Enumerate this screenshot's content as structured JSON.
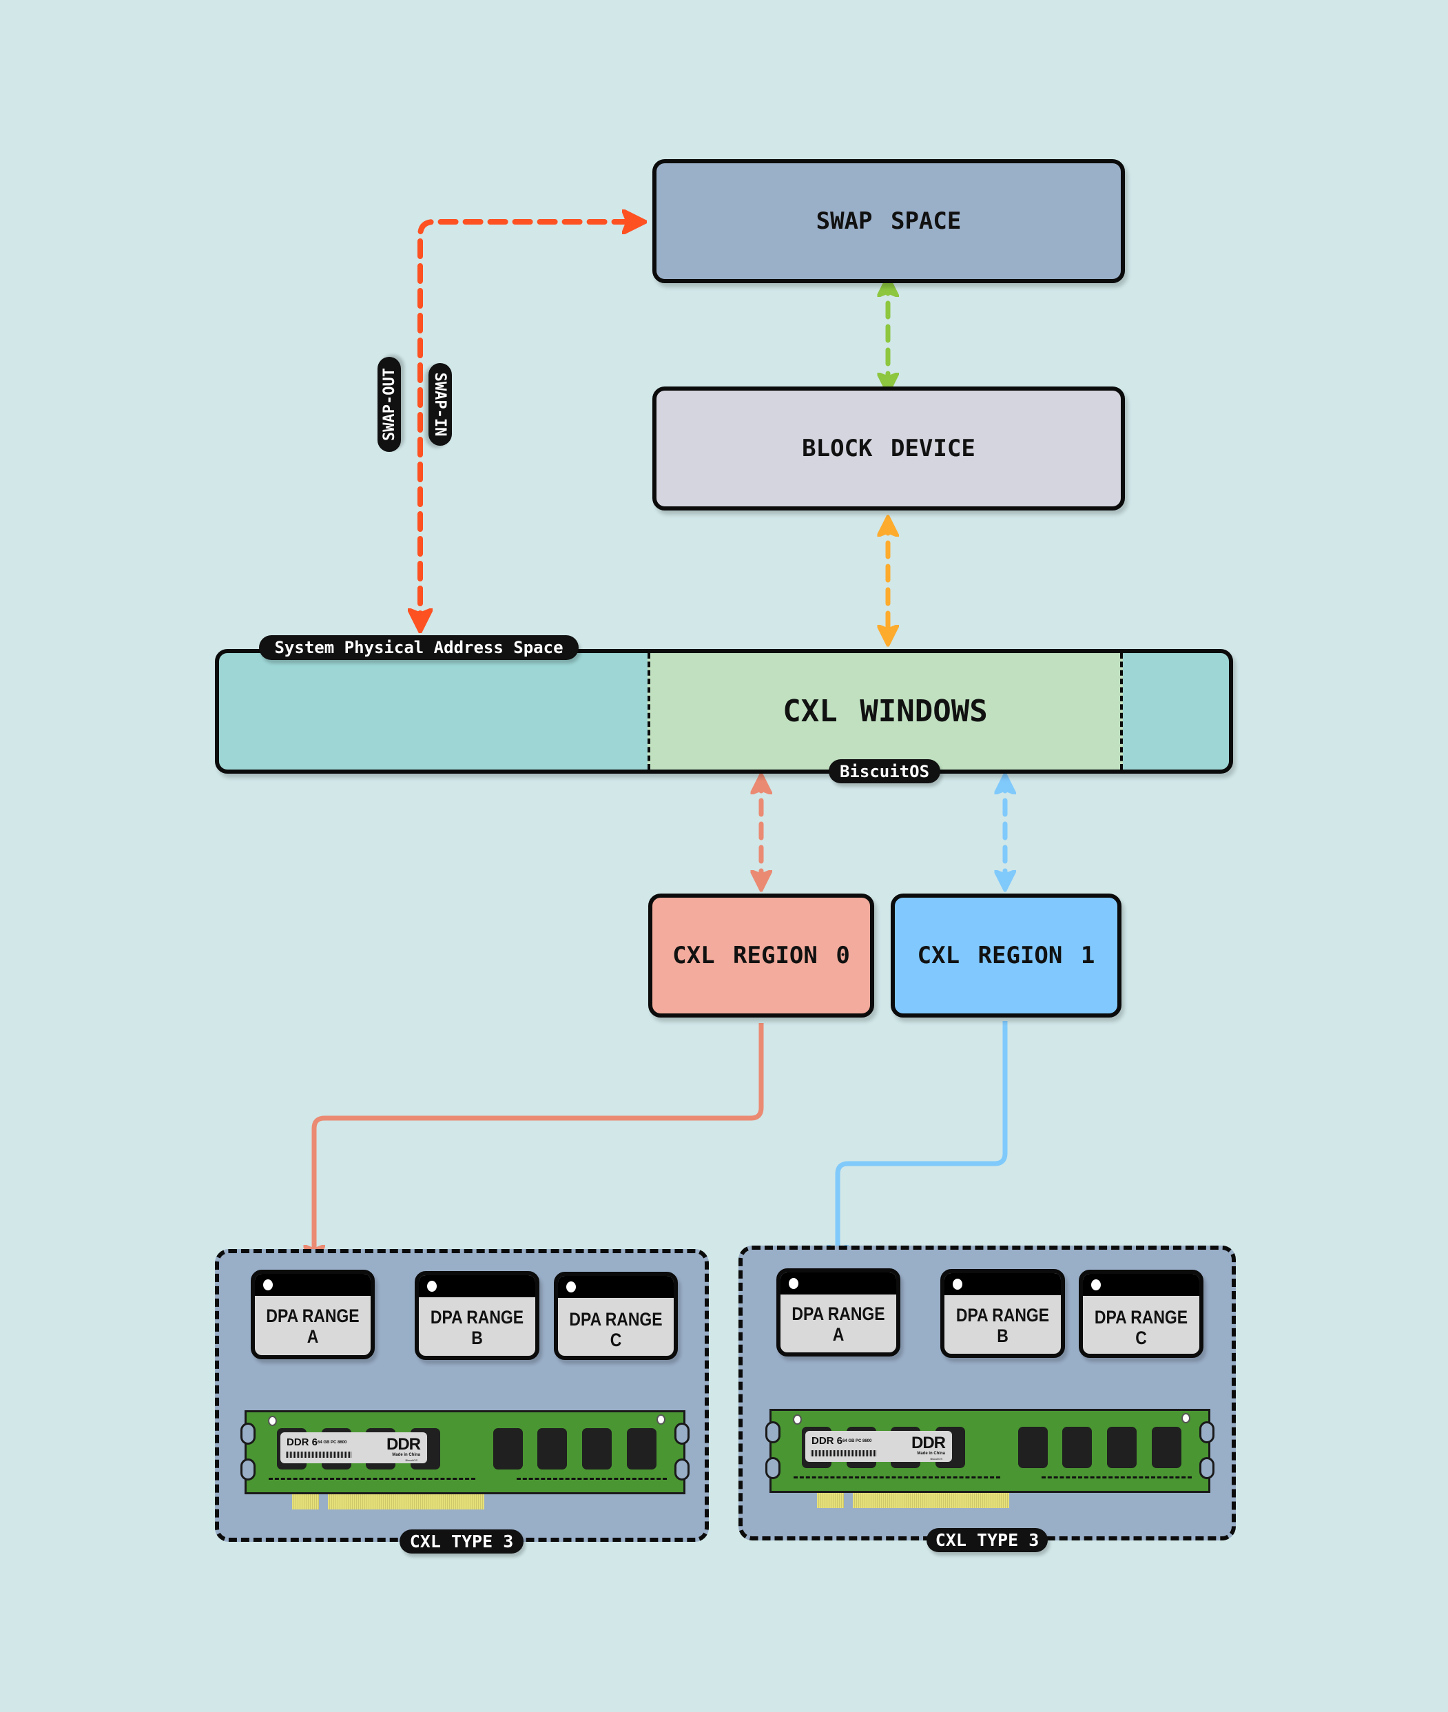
{
  "diagram": {
    "swap_space": {
      "label": "SWAP SPACE",
      "color": "#9aafc8"
    },
    "block_device": {
      "label": "BLOCK DEVICE",
      "color": "#d4d5df"
    },
    "spa": {
      "label": "System Physical Address Space",
      "color": "#9dd6d5"
    },
    "cxl_windows": {
      "label": "CXL WINDOWS",
      "color": "#c0e0c0"
    },
    "watermark": "BiscuitOS",
    "swap_labels": {
      "swap_out": "SWAP-OUT",
      "swap_in": "SWAP-IN"
    },
    "regions": [
      {
        "label": "CXL REGION 0",
        "color": "#f2ab9c"
      },
      {
        "label": "CXL REGION 1",
        "color": "#80c8fe"
      }
    ],
    "devices": [
      {
        "label": "CXL TYPE 3",
        "dpa_ranges": [
          {
            "line1": "DPA  RANGE",
            "line2": "A"
          },
          {
            "line1": "DPA  RANGE",
            "line2": "B"
          },
          {
            "line1": "DPA  RANGE",
            "line2": "C"
          }
        ],
        "dimm": {
          "model": "DDR 6",
          "spec": "64 GB PC 8600",
          "brand": "DDR",
          "origin": "Made in China",
          "maker": "BiscuitOS"
        }
      },
      {
        "label": "CXL TYPE 3",
        "dpa_ranges": [
          {
            "line1": "DPA  RANGE",
            "line2": "A"
          },
          {
            "line1": "DPA  RANGE",
            "line2": "B"
          },
          {
            "line1": "DPA  RANGE",
            "line2": "C"
          }
        ],
        "dimm": {
          "model": "DDR 6",
          "spec": "64 GB PC 8600",
          "brand": "DDR",
          "origin": "Made in China",
          "maker": "BiscuitOS"
        }
      }
    ],
    "colors": {
      "background": "#d1e7e8",
      "swap_arrow": "#fe5121",
      "swap_block_arrow": "#8dc63f",
      "block_window_arrow": "#fdab2d",
      "region0_link": "#eb8a72",
      "region1_link": "#80c9fb",
      "device_container": "#99aec7"
    }
  }
}
